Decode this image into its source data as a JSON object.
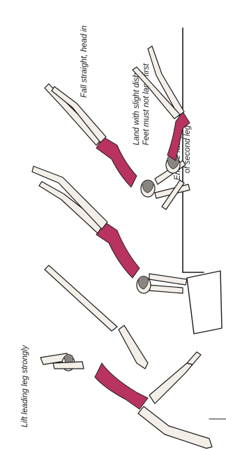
{
  "diagram": {
    "captions": {
      "lift_leading_leg": "Lift leading leg strongly",
      "ensure_join_line1": "Ensure fast join",
      "ensure_join_line2": "of second leg",
      "fall_straight": "Fall straight, head in",
      "land_line1": "Land with slight dish.",
      "land_line2": "Feet must not land first"
    },
    "figures": [
      {
        "stage": "lift-leading-leg"
      },
      {
        "stage": "handstand-join"
      },
      {
        "stage": "fall"
      },
      {
        "stage": "land"
      }
    ]
  },
  "colors": {
    "leotard": "#b8335f",
    "skin": "#f3efe8",
    "ink": "#1a1a1a",
    "mat": "#ffffff"
  }
}
